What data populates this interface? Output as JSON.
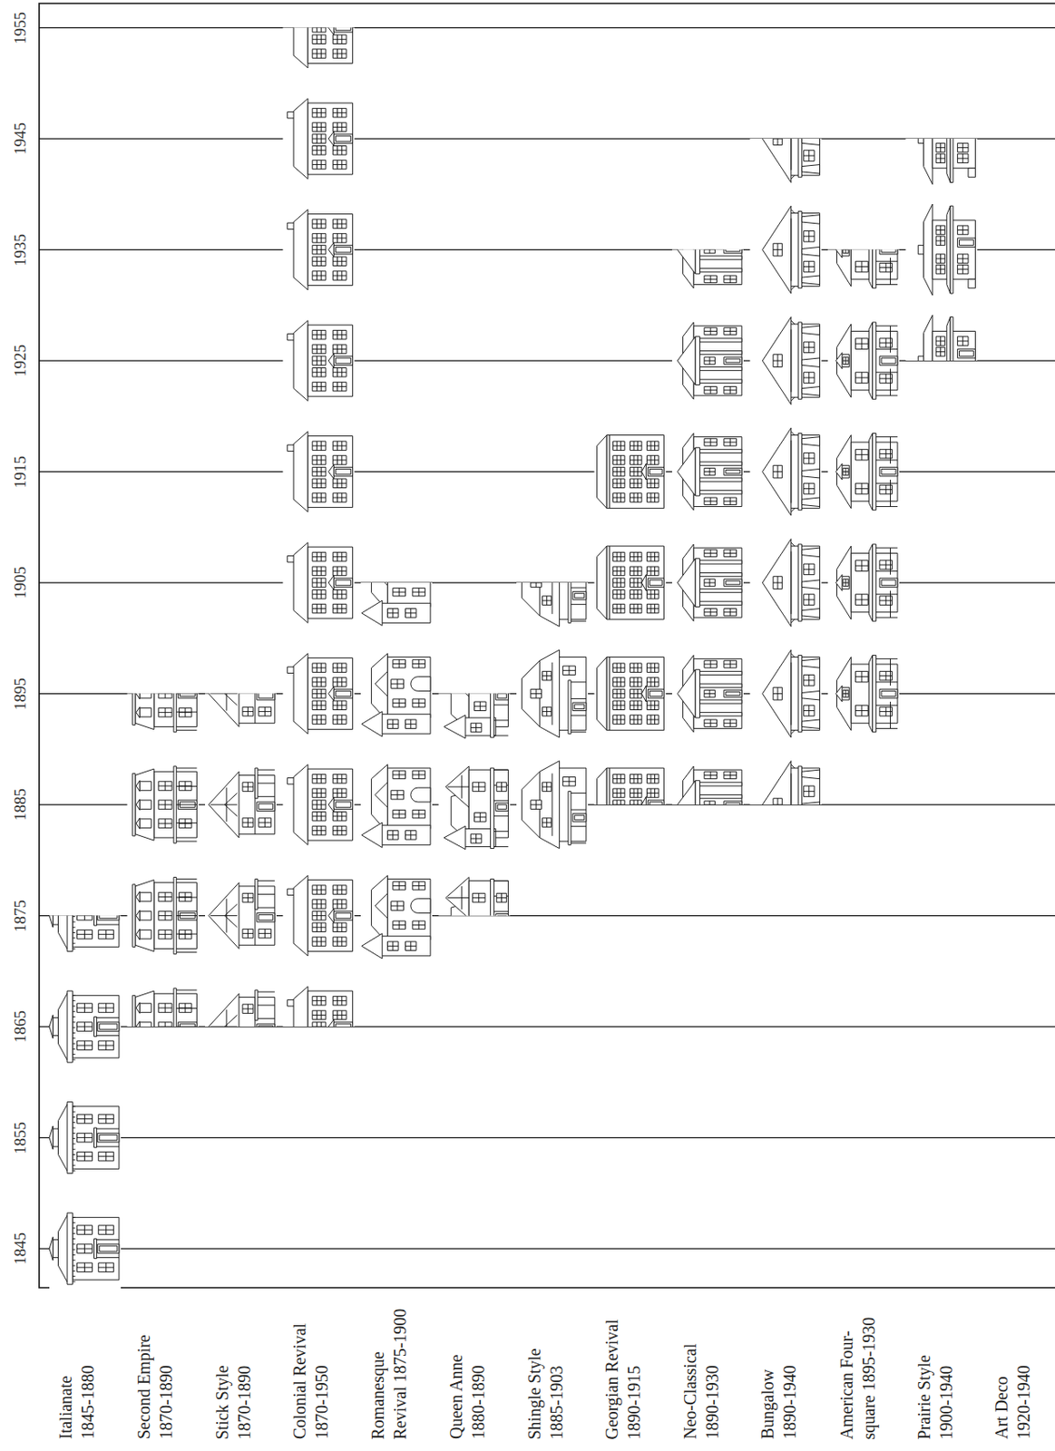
{
  "diagram": {
    "labels": [
      "1955",
      "1945",
      "1935",
      "1925",
      "1915",
      "1905",
      "1895",
      "1885",
      "1875",
      "1865",
      "1855",
      "1845",
      "Italianate 1845-1880",
      "Second Empire 1870-1890",
      "Stick Style 1870-1890",
      "Colonial Revival 1870-1950",
      "Romanesque Revival 1875-1900",
      "Queen Anne 1880-1890",
      "Shingle Style 1885-1903",
      "Georgian Revival 1890-1915",
      "Neo-Classical 1890-1930",
      "Bungalow 1890-1940",
      "American Four- square 1895-1930",
      "Prairie Style 1900-1940",
      "Art Deco 1920-1940"
    ]
  }
}
